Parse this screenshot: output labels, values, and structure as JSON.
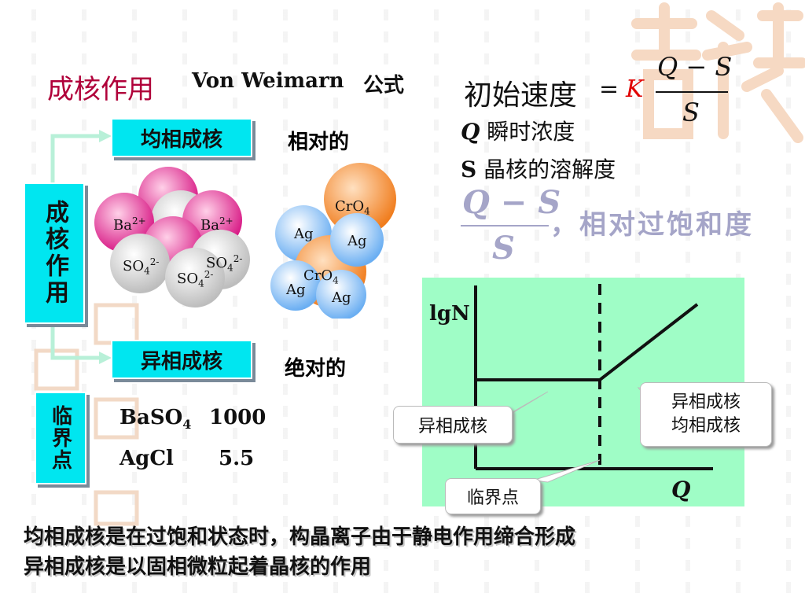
{
  "title": {
    "main": "成核作用",
    "author": "Von Weimarn",
    "formula_word": "公式"
  },
  "left_panel": {
    "vertical_box": "成核作用",
    "homogeneous_box": "均相成核",
    "heterogeneous_box": "异相成核",
    "relative_label": "相对的",
    "absolute_label": "绝对的",
    "critical_box": "临界点",
    "critical_rows": [
      {
        "compound": "BaSO",
        "subscript": "4",
        "value": "1000"
      },
      {
        "compound": "AgCl",
        "subscript": "",
        "value": "5.5"
      }
    ]
  },
  "ions": {
    "ba": "Ba",
    "ba_charge": "2+",
    "so4": "SO",
    "so4_sub": "4",
    "so4_charge": "2-",
    "cro4": "CrO",
    "cro4_sub": "4",
    "ag": "Ag"
  },
  "formula": {
    "rate_label": "初始速度",
    "equals": "=",
    "constant": "K",
    "numerator": "Q − S",
    "denominator": "S",
    "def_q_symbol": "Q",
    "def_q_text": "瞬时浓度",
    "def_s_symbol": "S",
    "def_s_text": "晶核的溶解度",
    "relative_numerator": "Q − S",
    "relative_denominator": "S",
    "relative_text": "，相对过饱和度"
  },
  "graph": {
    "y_label": "lgN",
    "x_label": "Q",
    "callout_hetero": "异相成核",
    "callout_both_1": "异相成核",
    "callout_both_2": "均相成核",
    "callout_critical": "临界点"
  },
  "footer": {
    "line1": "均相成核是在过饱和状态时，构晶离子由于静电作用缔合形成",
    "line2": "异相成核是以固相微粒起着晶核的作用"
  },
  "colors": {
    "accent_title": "#b0003a",
    "box_cyan": "#00e6f0",
    "graph_bg": "#9ffdc6",
    "pale_formula": "#a5a5c8",
    "constant_red": "#e00000"
  }
}
